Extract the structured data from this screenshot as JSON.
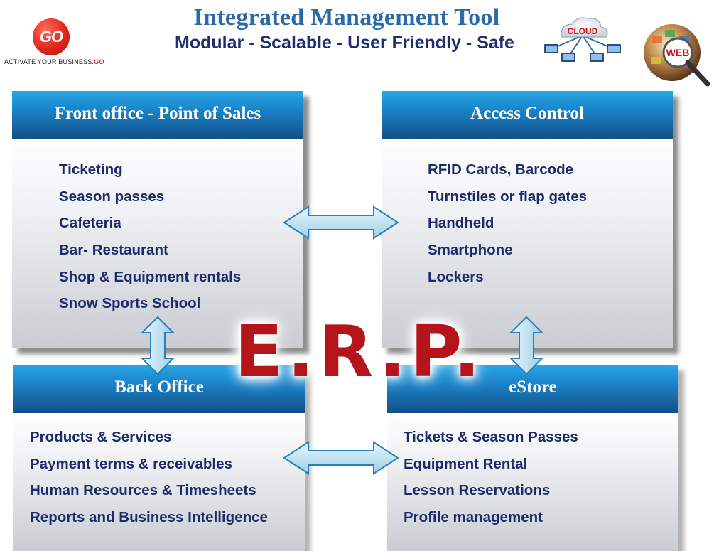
{
  "logo": {
    "mark": "GO",
    "tagline": "ACTIVATE YOUR BUSINESS.",
    "tagline_mark": "GO"
  },
  "header": {
    "title": "Integrated Management Tool",
    "subtitle": "Modular - Scalable - User Friendly - Safe"
  },
  "badges": {
    "cloud": "CLOUD",
    "web": "WEB"
  },
  "panels": {
    "front_office": {
      "title": "Front office - Point of Sales",
      "items": [
        "Ticketing",
        "Season passes",
        "Cafeteria",
        "Bar- Restaurant",
        "Shop & Equipment rentals",
        "Snow Sports School"
      ]
    },
    "access_control": {
      "title": "Access Control",
      "items": [
        "RFID Cards, Barcode",
        "Turnstiles or flap gates",
        "Handheld",
        "Smartphone",
        "Lockers"
      ]
    },
    "back_office": {
      "title": "Back Office",
      "items": [
        "Products & Services",
        "Payment terms & receivables",
        "Human Resources & Timesheets",
        "Reports and Business Intelligence"
      ]
    },
    "estore": {
      "title": "eStore",
      "items": [
        "Tickets & Season Passes",
        "Equipment Rental",
        "Lesson Reservations",
        "Profile management"
      ]
    }
  },
  "center_label": "E.R.P.",
  "colors": {
    "header_blue": "#1a82c8",
    "title_blue": "#2a6aa8",
    "text_navy": "#1d2a6b",
    "erp_red": "#b5141b",
    "arrow_fill": "#bfe2f4",
    "arrow_stroke": "#2a7fb6"
  }
}
